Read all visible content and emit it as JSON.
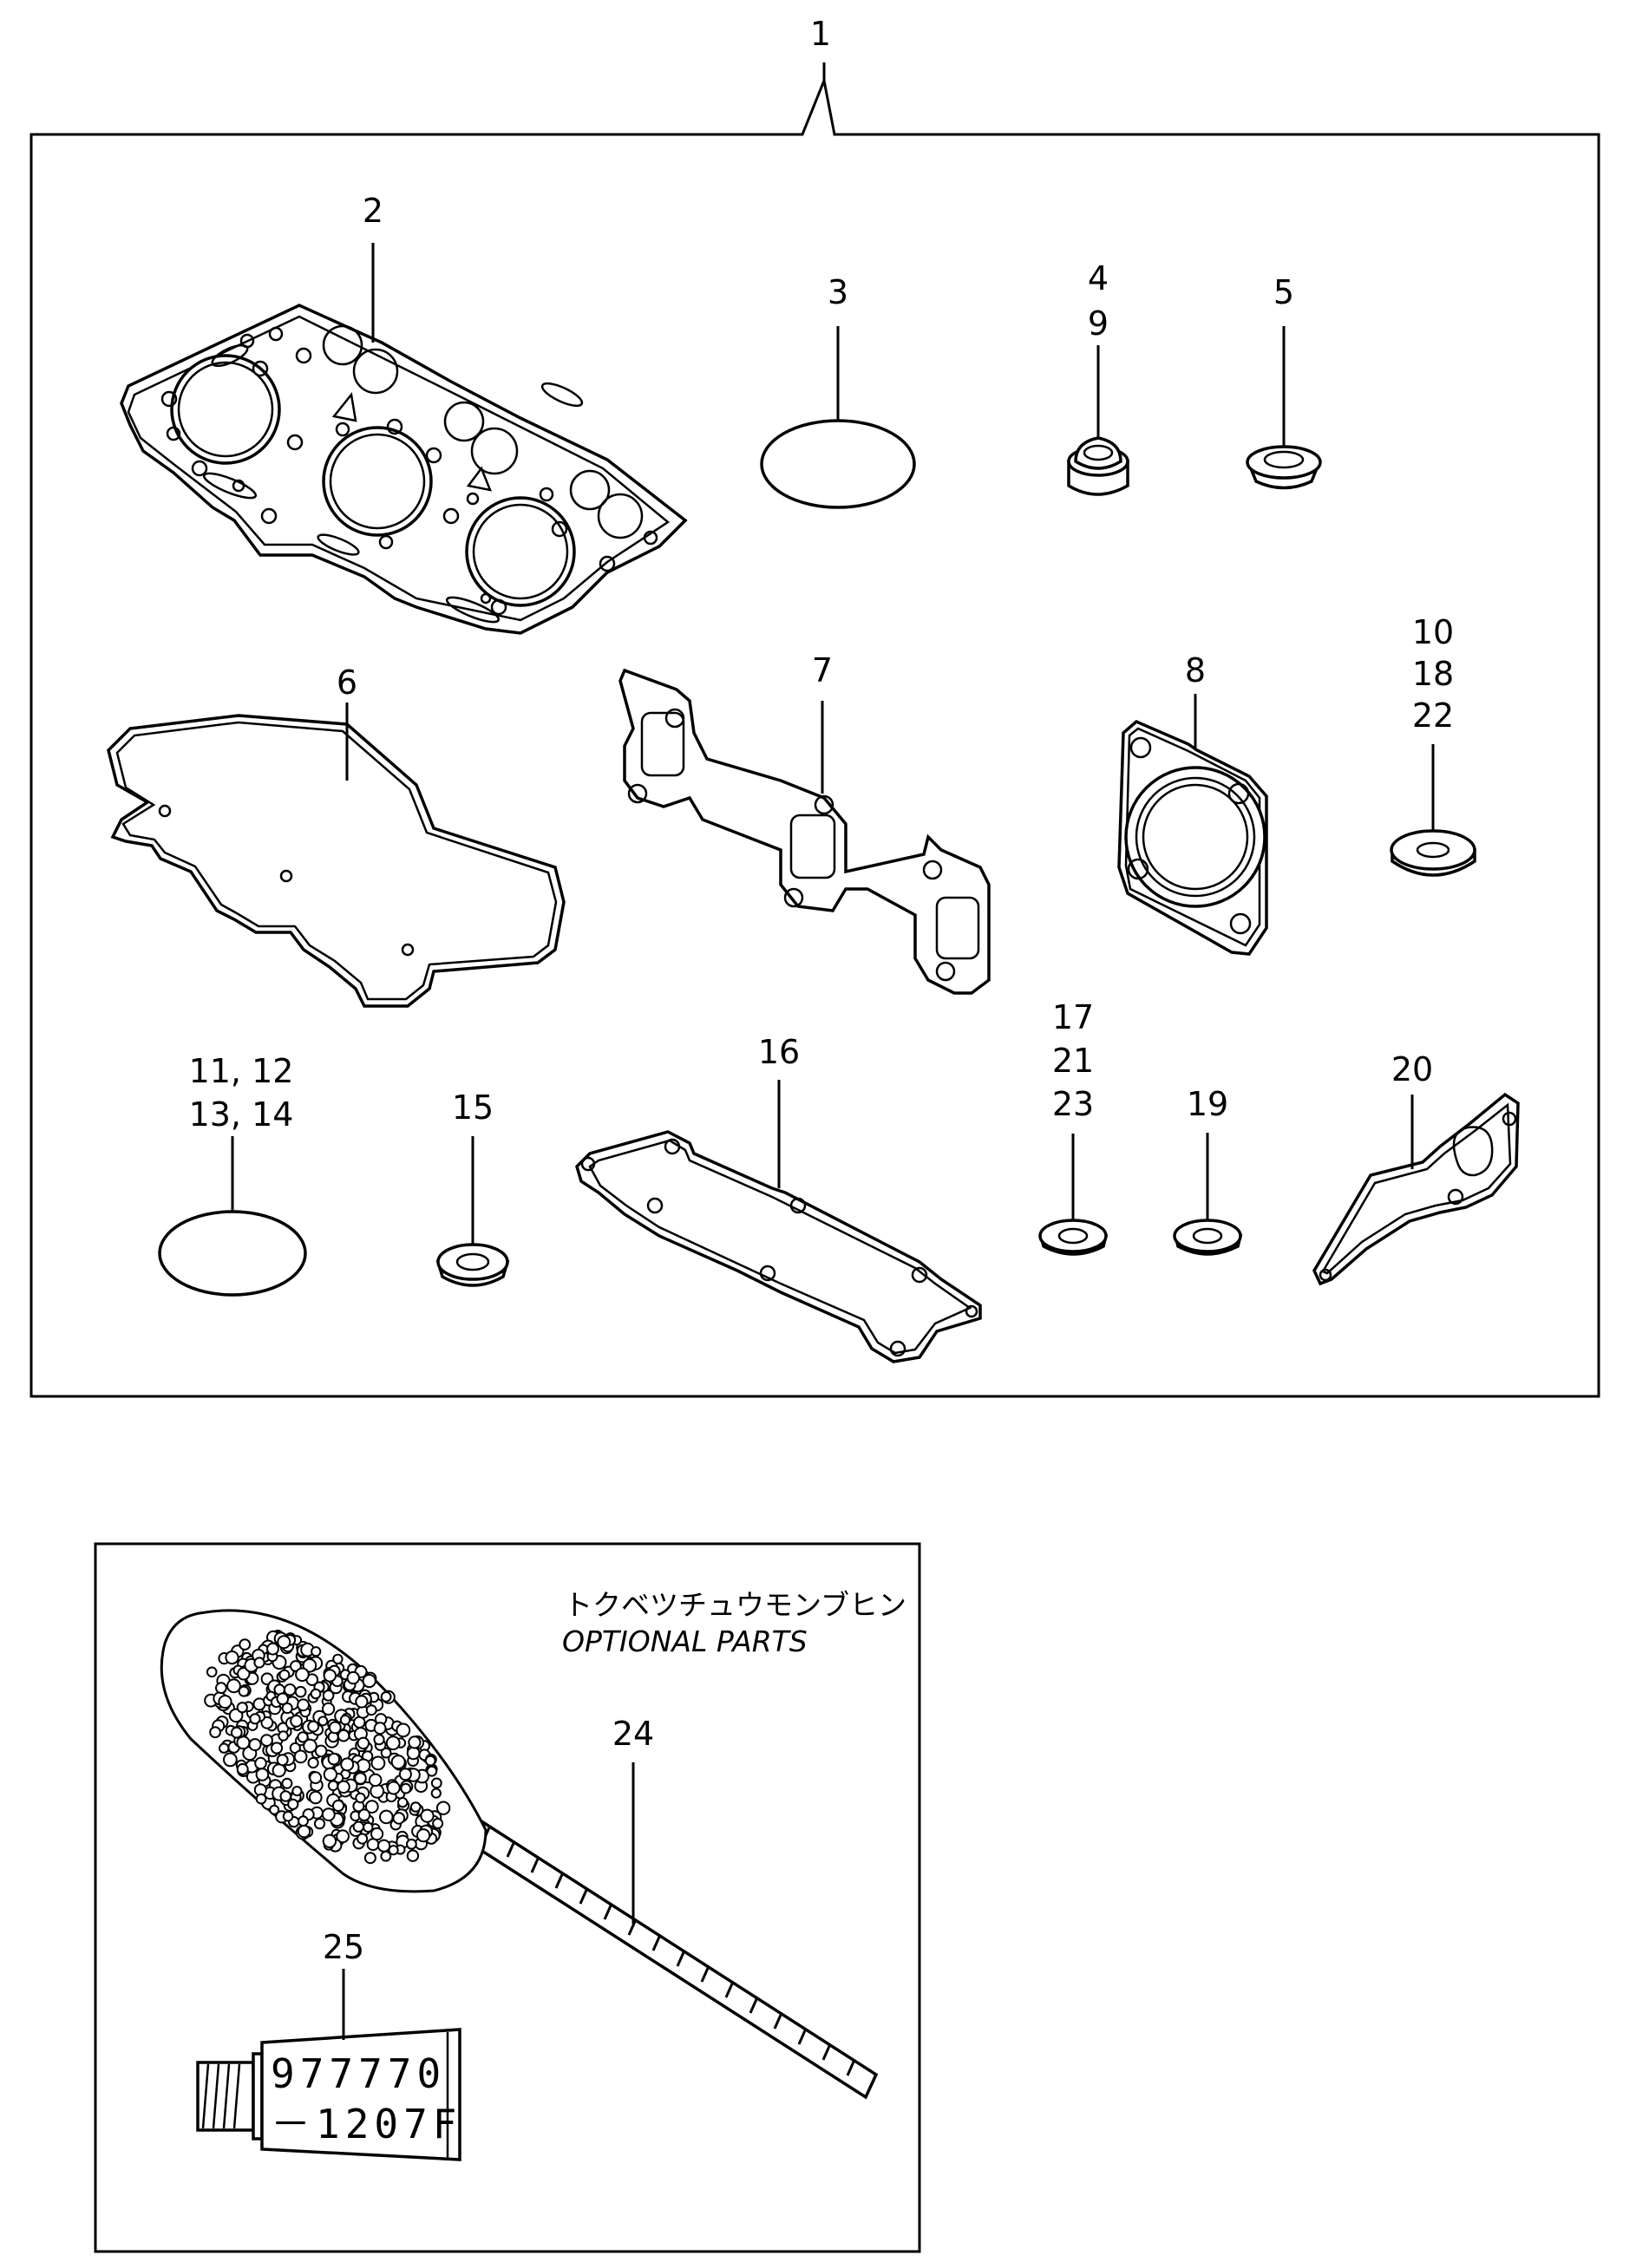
{
  "parts_kit": {
    "assembly_label": "1",
    "labels": {
      "p2": "2",
      "p3": "3",
      "p4": "4",
      "p9": "9",
      "p5": "5",
      "p6": "6",
      "p7": "7",
      "p8": "8",
      "p10": "10",
      "p18": "18",
      "p22": "22",
      "p11_12": "11, 12",
      "p13_14": "13, 14",
      "p15": "15",
      "p16": "16",
      "p17": "17",
      "p21": "21",
      "p23": "23",
      "p19": "19",
      "p20": "20"
    }
  },
  "optional": {
    "title_jp": "トクベツチュウモンブヒン",
    "title_en": "OPTIONAL PARTS",
    "label_24": "24",
    "label_25": "25",
    "tube_line1": "977770",
    "tube_line2": "－1207F"
  }
}
